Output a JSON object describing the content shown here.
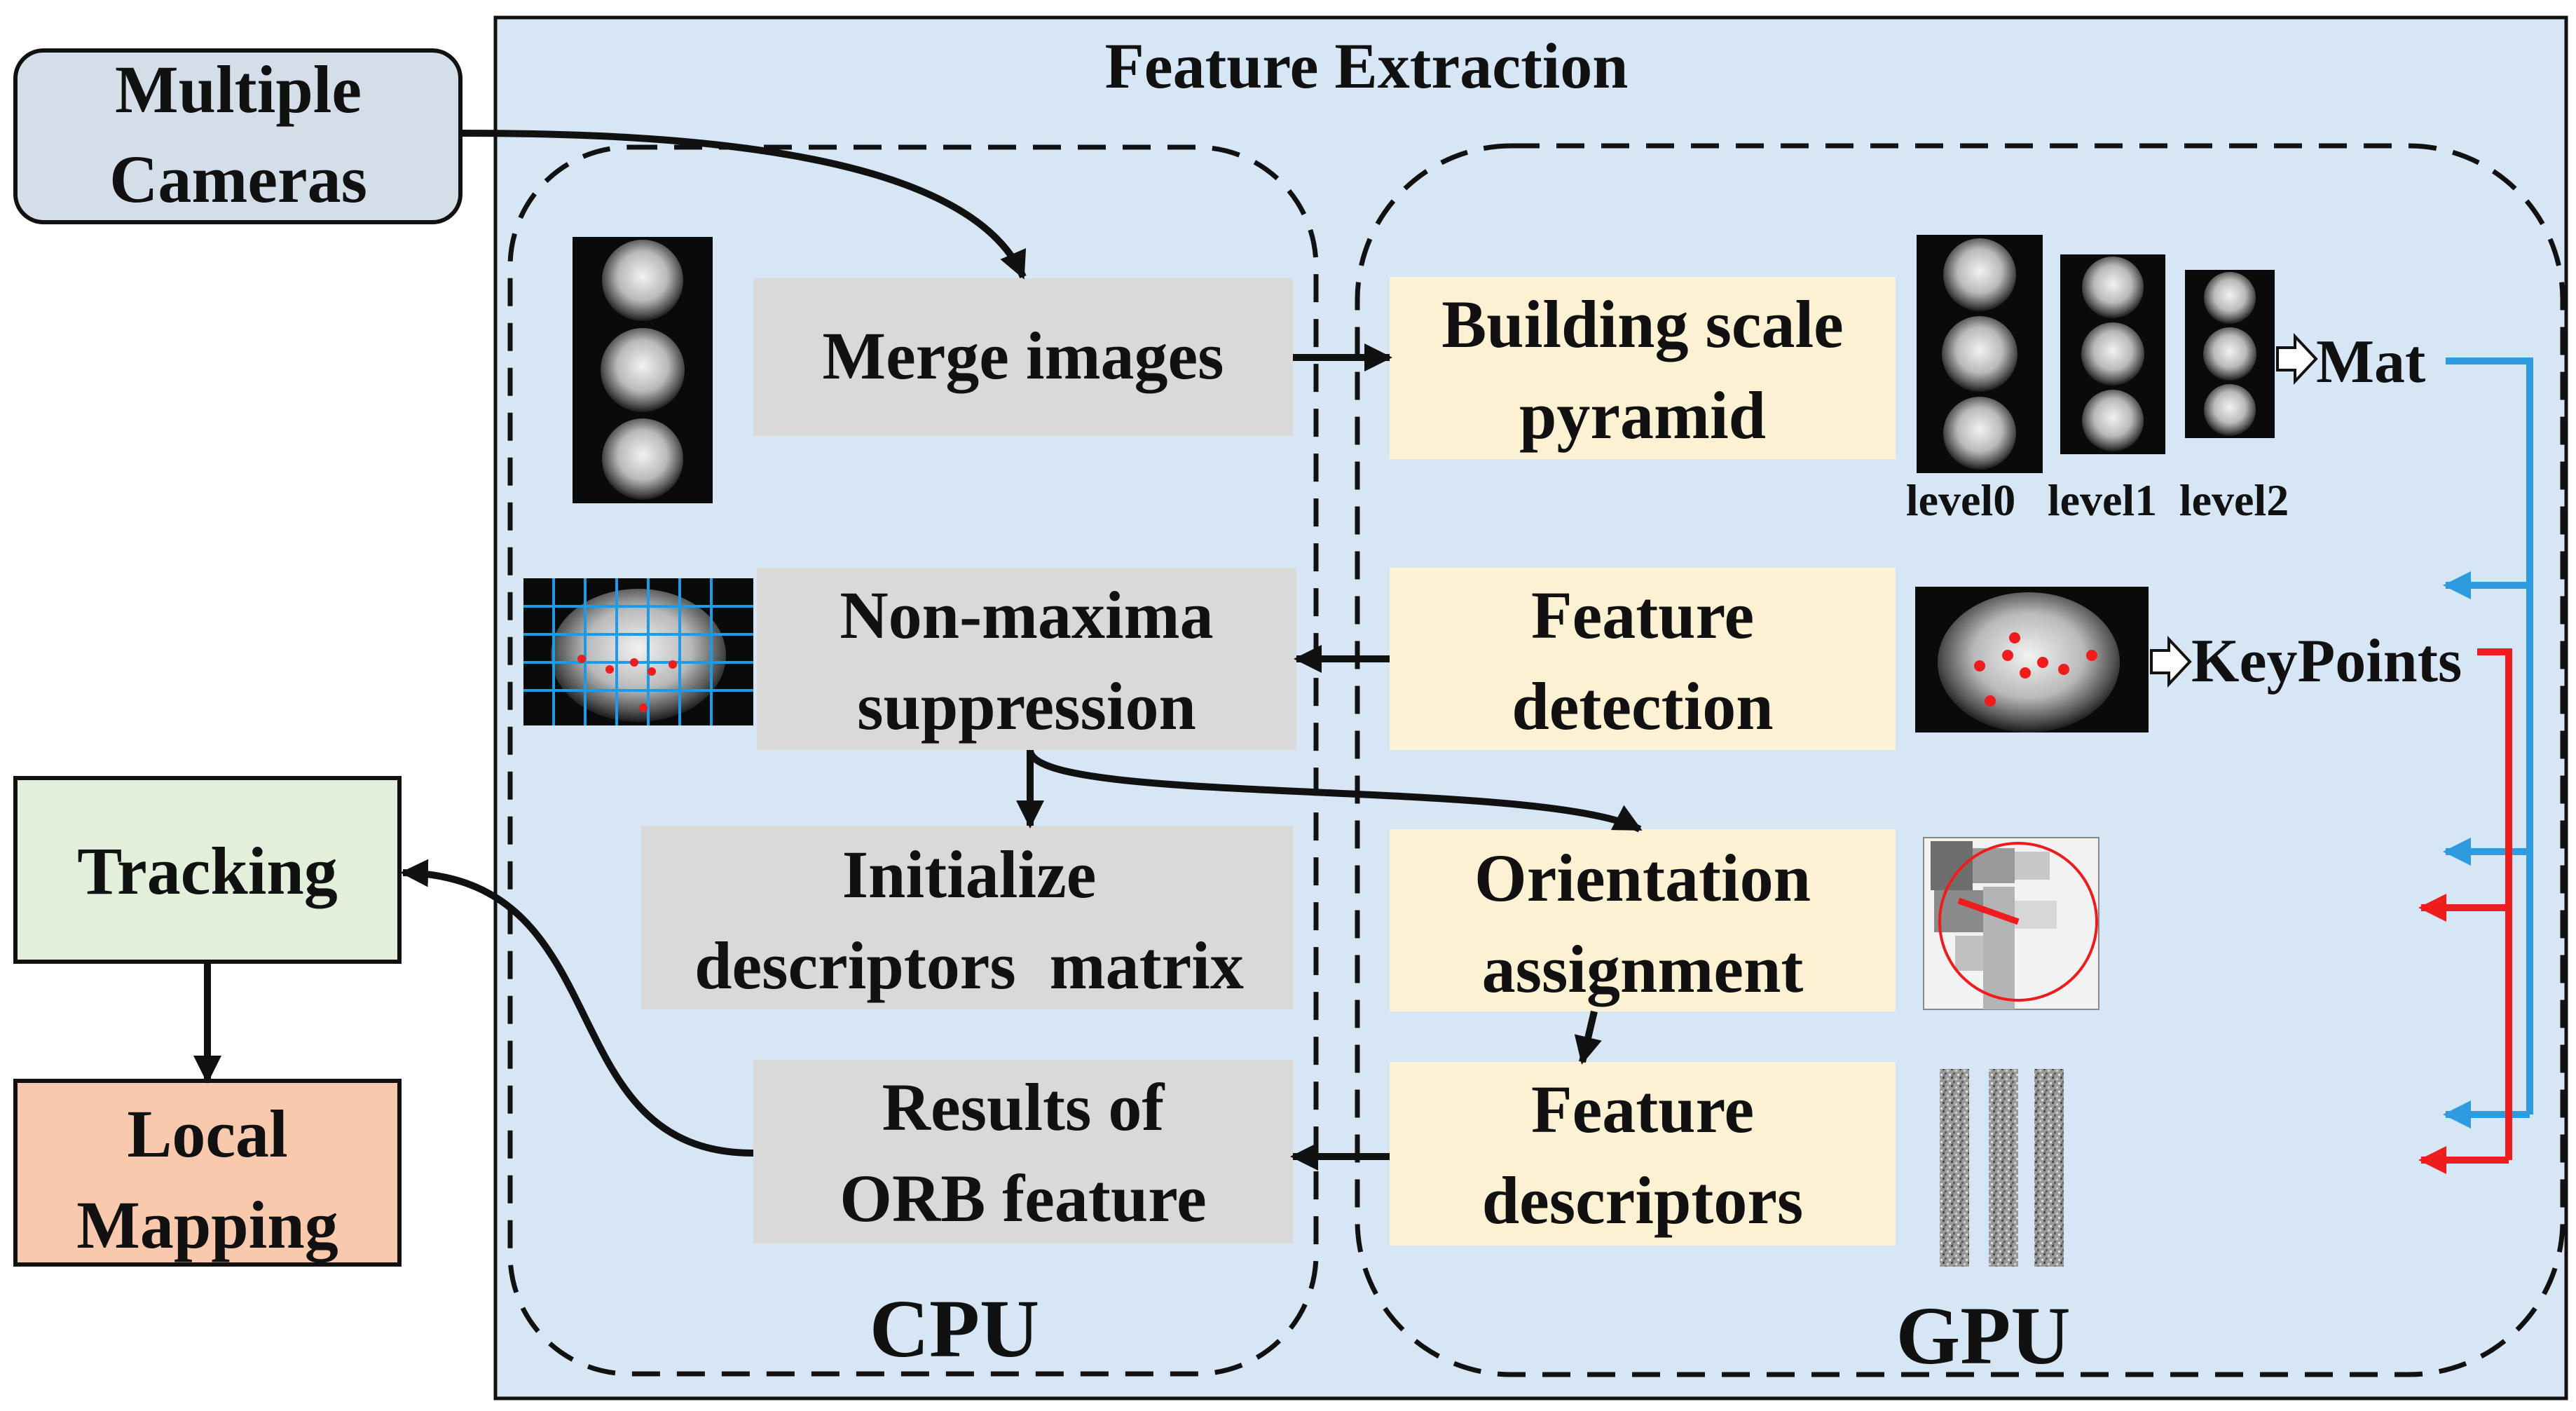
{
  "title": "Feature Extraction",
  "external": {
    "cameras": [
      "Multiple",
      "Cameras"
    ],
    "tracking": "Tracking",
    "local_mapping": [
      "Local",
      "Mapping"
    ]
  },
  "regions": {
    "cpu": "CPU",
    "gpu": "GPU"
  },
  "cpu_blocks": {
    "merge": [
      "Merge images"
    ],
    "nms": [
      "Non-maxima",
      "suppression"
    ],
    "init_desc": [
      "Initialize",
      "descriptors  matrix"
    ],
    "results": [
      "Results of",
      "ORB feature"
    ]
  },
  "gpu_blocks": {
    "pyramid": [
      "Building scale",
      "pyramid"
    ],
    "detection": [
      "Feature",
      "detection"
    ],
    "orientation": [
      "Orientation",
      "assignment"
    ],
    "descriptors": [
      "Feature",
      "descriptors"
    ]
  },
  "pyramid_levels": [
    "level0",
    "level1",
    "level2"
  ],
  "outputs": {
    "mat": "Mat",
    "keypoints": "KeyPoints"
  },
  "colors": {
    "main_bg": "#d6e6f4",
    "cpu_block": "#d9d9d9",
    "gpu_block": "#fdf1d3",
    "cameras": "#d4dee9",
    "tracking": "#e2efda",
    "local_mapping": "#f8c9ac",
    "mat_line": "#2e9be0",
    "keypoints_line": "#ee1c1c"
  }
}
